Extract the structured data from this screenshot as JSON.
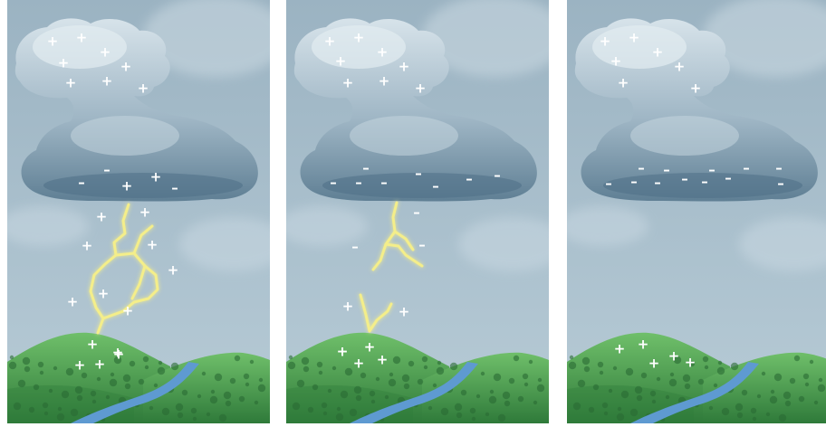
{
  "colors": {
    "sky_top": "#9bb3c2",
    "sky_bottom": "#b7cbd6",
    "cloud_light": "#d7e3ea",
    "cloud_dark": "#5f7f94",
    "hill_light": "#6fbf6a",
    "hill_dark": "#2f7a3a",
    "river": "#5e9ad1",
    "lightning": "#f4ee8a",
    "lightning_glow": "#fbf7c3",
    "charge_symbol": "#ffffff"
  },
  "symbols": {
    "positive": "+",
    "negative": "–"
  },
  "panels": [
    {
      "has_lightning": true,
      "lightning_stage": "full-strike",
      "cloud_top_charges": [
        "+",
        "+",
        "+",
        "+",
        "+",
        "+",
        "+",
        "+"
      ],
      "cloud_base_charges": [
        "–",
        "–",
        "+",
        "+",
        "–"
      ],
      "air_charges": [
        "+",
        "+",
        "+",
        "+",
        "+",
        "+",
        "+",
        "+"
      ],
      "ground_charges": [
        "+",
        "+",
        "+",
        "+",
        "+"
      ]
    },
    {
      "has_lightning": true,
      "lightning_stage": "leaders-meeting",
      "cloud_top_charges": [
        "+",
        "+",
        "+",
        "+",
        "+",
        "+",
        "+",
        "+"
      ],
      "cloud_base_charges": [
        "–",
        "–",
        "–",
        "–",
        "–",
        "–",
        "–",
        "–",
        "–"
      ],
      "air_charges": [
        "–",
        "–",
        "–",
        "+",
        "+"
      ],
      "ground_charges": [
        "+",
        "+",
        "+",
        "+",
        "+"
      ]
    },
    {
      "has_lightning": false,
      "lightning_stage": "none",
      "cloud_top_charges": [
        "+",
        "+",
        "+",
        "+",
        "+",
        "+",
        "+"
      ],
      "cloud_base_charges": [
        "–",
        "–",
        "–",
        "–",
        "–",
        "–",
        "–",
        "–",
        "–",
        "–",
        "–",
        "–"
      ],
      "air_charges": [],
      "ground_charges": [
        "+",
        "+",
        "+",
        "+",
        "+"
      ]
    }
  ]
}
